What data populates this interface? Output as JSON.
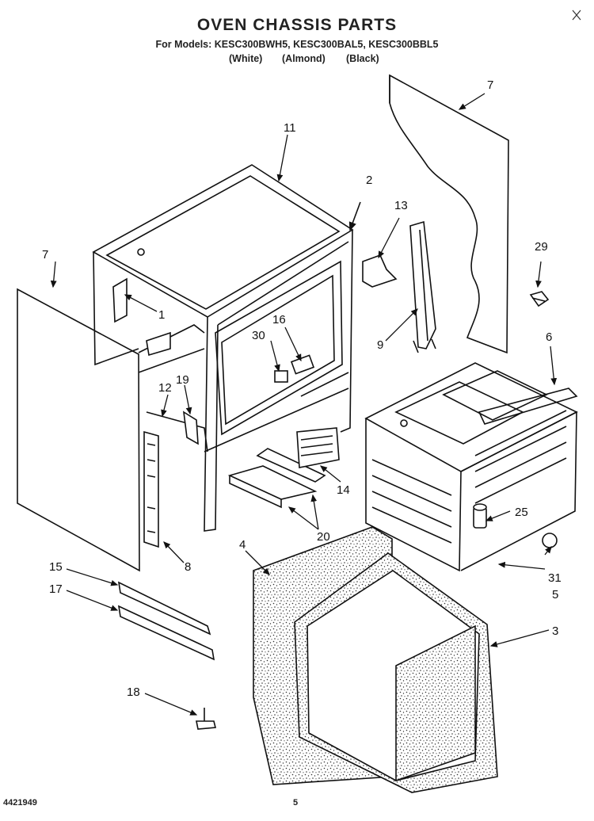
{
  "header": {
    "title": "OVEN CHASSIS PARTS",
    "models_line": "For Models: KESC300BWH5, KESC300BAL5, KESC300BBL5",
    "color_white": "(White)",
    "color_almond": "(Almond)",
    "color_black": "(Black)"
  },
  "callouts": {
    "p1": "1",
    "p2": "2",
    "p3": "3",
    "p4": "4",
    "p5": "5",
    "p6": "6",
    "p7a": "7",
    "p7b": "7",
    "p8": "8",
    "p9": "9",
    "p11": "11",
    "p12": "12",
    "p13": "13",
    "p14": "14",
    "p15": "15",
    "p16": "16",
    "p17": "17",
    "p18": "18",
    "p19": "19",
    "p20": "20",
    "p25": "25",
    "p29": "29",
    "p30": "30",
    "p31": "31"
  },
  "footer": {
    "doc_number": "4421949",
    "page_number": "5"
  }
}
